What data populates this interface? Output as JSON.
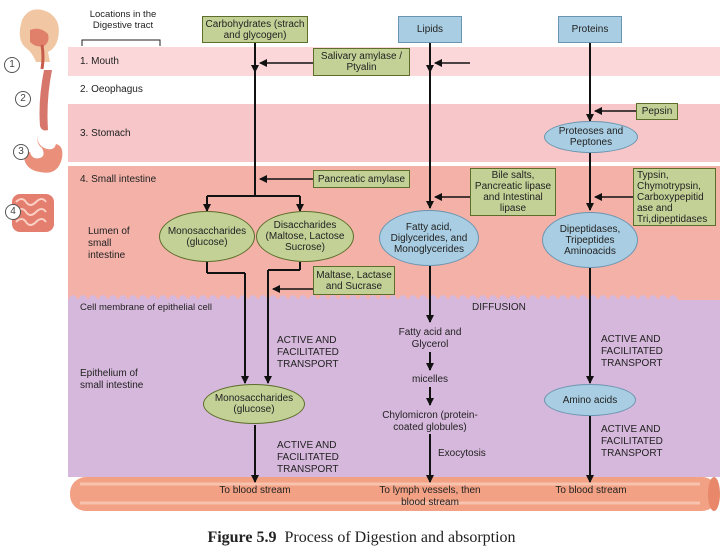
{
  "legend_heading": "Locations in the Digestive tract",
  "colors": {
    "mouth": "#fbd7da",
    "stomach": "#f6c6c8",
    "small_intestine": "#f3b1a8",
    "epithelium": "#d6b8dc",
    "blood_stream": "#f2a184",
    "green": "#c3d197",
    "blue": "#a9cde2"
  },
  "organ_numbers": [
    "1",
    "2",
    "3",
    "4"
  ],
  "organ_icons": [
    "head-icon",
    "oesophagus-icon",
    "stomach-icon",
    "small-intestine-icon"
  ],
  "locations": {
    "mouth": "1. Mouth",
    "oesophagus": "2. Oeophagus",
    "stomach": "3. Stomach",
    "small_intestine": "4. Small intestine",
    "lumen": "Lumen of small intestine",
    "cell_membrane": "Cell membrane of epithelial cell",
    "epithelium": "Epithelium of small intestine"
  },
  "columns": {
    "carbohydrates": "Carbohydrates (strach and glycogen)",
    "lipids": "Lipids",
    "proteins": "Proteins"
  },
  "enzymes": {
    "salivary": "Salivary amylase / Ptyalin",
    "pepsin": "Pepsin",
    "pancreatic_amylase": "Pancreatic amylase",
    "bile": "Bile salts, Pancreatic lipase and Intestinal lipase",
    "trypsin": "Typsin, Chymotrypsin, Carboxypepitid ase and Tri,dipeptidases",
    "maltase": "Maltase, Lactase and Sucrase"
  },
  "products": {
    "proteoses": "Proteoses and Peptones",
    "mono1": "Monosaccharides (glucose)",
    "disacch": "Disaccharides (Maltose, Lactose Sucrose)",
    "fatty": "Fatty acid, Diglycerides, and Monoglycerides",
    "dipept": "Dipeptidases, Tripeptides Aminoacids",
    "mono2": "Monosaccharides (glucose)",
    "amino": "Amino acids"
  },
  "labels": {
    "diffusion": "DIFFUSION",
    "active1": "ACTIVE AND FACILITATED TRANSPORT",
    "active2": "ACTIVE AND FACILITATED TRANSPORT",
    "active3": "ACTIVE AND FACILITATED TRANSPORT",
    "active4": "ACTIVE AND FACILITATED TRANSPORT",
    "fatty_glycerol": "Fatty acid and Glycerol",
    "micelles": "micelles",
    "chylomicron": "Chylomicron (protein-coated globules)",
    "exocytosis": "Exocytosis",
    "blood1": "To blood stream",
    "lymph": "To lymph vessels, then blood stream",
    "blood2": "To blood stream"
  },
  "caption": {
    "number": "Figure 5.9",
    "text": "Process of Digestion and absorption"
  }
}
